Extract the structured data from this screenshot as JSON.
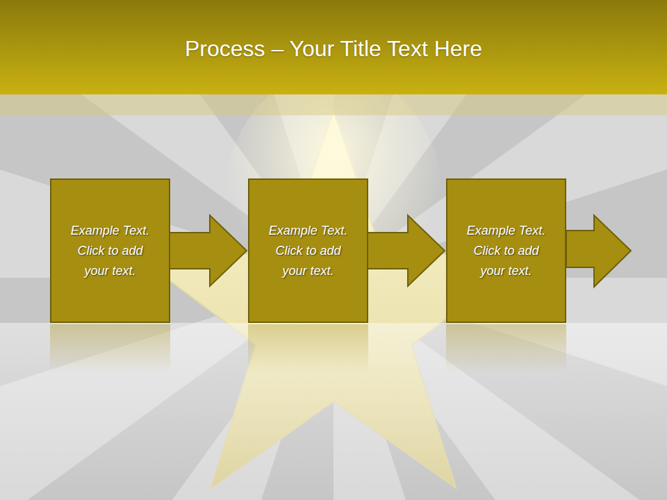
{
  "diagram": {
    "title": "Process – Your Title Text Here",
    "nodes": [
      {
        "text": [
          "Example Text. Click to add your text."
        ]
      },
      {
        "text": [
          "Example Text. Click to add your text."
        ]
      },
      {
        "text": [
          "Example Text. Click to add your text."
        ]
      }
    ],
    "edges": [
      {
        "from": 0,
        "to": 1,
        "arrow": "to"
      },
      {
        "from": 1,
        "to": 2,
        "arrow": "to"
      }
    ]
  }
}
